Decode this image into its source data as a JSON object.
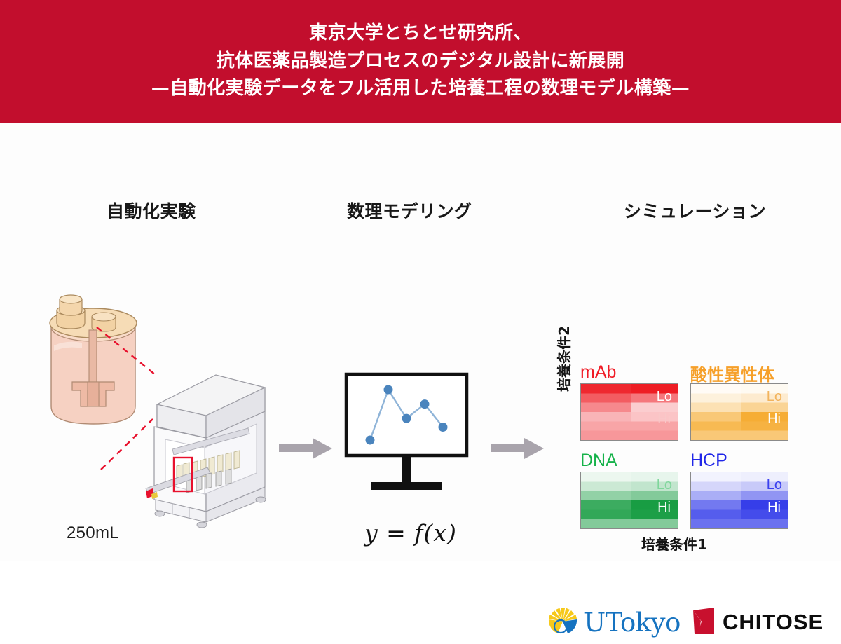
{
  "banner": {
    "background": "#c20e2d",
    "lines": [
      "東京大学とちとせ研究所、",
      "抗体医薬品製造プロセスのデジタル設計に新展開",
      "—自動化実験データをフル活用した培養工程の数理モデル構築—"
    ]
  },
  "panels": {
    "automation": {
      "title": "自動化実験",
      "vessel_volume_label": "250mL"
    },
    "modeling": {
      "title": "数理モデリング",
      "formula": "y = f(x)"
    },
    "simulation": {
      "title": "シミュレーション",
      "axis_y": "培養条件2",
      "axis_x": "培養条件1"
    }
  },
  "chart_data": {
    "type": "line",
    "title": "数理モデリング",
    "xlabel": "",
    "ylabel": "",
    "x": [
      1,
      2,
      3,
      4,
      5
    ],
    "y": [
      18,
      88,
      48,
      68,
      36
    ],
    "point_color": "#4a84bd",
    "line_color": "#8fb4d8",
    "grid": false
  },
  "heatmaps": [
    {
      "id": "mab",
      "label": "mAb",
      "label_color": "#f01c26",
      "tag_lo": "Lo",
      "tag_hi": "Hi",
      "tag_lo_color": "#ffffff",
      "tag_hi_color": "#f8c9c9",
      "base_color": "#ee1d24",
      "type": "heatmap",
      "xlabel": "培養条件1",
      "ylabel": "培養条件2",
      "bands": [
        0.95,
        0.72,
        0.52,
        0.33,
        0.4,
        0.46
      ],
      "right_bands": [
        1.0,
        0.6,
        0.22,
        0.26,
        0.4,
        0.46
      ]
    },
    {
      "id": "acid",
      "label": "酸性異性体",
      "label_color": "#f6a02a",
      "tag_lo": "Lo",
      "tag_hi": "Hi",
      "tag_lo_color": "#f2b45e",
      "tag_hi_color": "#ffffff",
      "base_color": "#f5a623",
      "type": "heatmap",
      "xlabel": "培養条件1",
      "ylabel": "培養条件2",
      "bands": [
        0.04,
        0.16,
        0.34,
        0.62,
        0.78,
        0.62
      ],
      "right_bands": [
        0.06,
        0.22,
        0.48,
        0.92,
        0.86,
        0.62
      ]
    },
    {
      "id": "dna",
      "label": "DNA",
      "label_color": "#16b24a",
      "tag_lo": "Lo",
      "tag_hi": "Hi",
      "tag_lo_color": "#7fd69b",
      "tag_hi_color": "#ffffff",
      "base_color": "#119a3d",
      "type": "heatmap",
      "xlabel": "培養条件1",
      "ylabel": "培養条件2",
      "bands": [
        0.08,
        0.22,
        0.46,
        0.82,
        0.86,
        0.52
      ],
      "right_bands": [
        0.1,
        0.26,
        0.52,
        0.97,
        0.95,
        0.52
      ]
    },
    {
      "id": "hcp",
      "label": "HCP",
      "label_color": "#2127e8",
      "tag_lo": "Lo",
      "tag_hi": "Hi",
      "tag_lo_color": "#3a40ee",
      "tag_hi_color": "#ffffff",
      "base_color": "#2b34e8",
      "type": "heatmap",
      "xlabel": "培養条件1",
      "ylabel": "培養条件2",
      "bands": [
        0.06,
        0.2,
        0.4,
        0.66,
        0.8,
        0.7
      ],
      "right_bands": [
        0.08,
        0.26,
        0.52,
        0.95,
        0.88,
        0.7
      ]
    }
  ],
  "logos": {
    "utokyo": {
      "text": "UTokyo",
      "emblem": "ginkgo-leaf-emblem",
      "color": "#1673c0"
    },
    "chitose": {
      "text": "CHITOSE",
      "emblem": "red-flag-mark",
      "color": "#0d0d0d",
      "mark_color": "#c8102e"
    }
  },
  "arrows": {
    "color": "#a9a4ac",
    "count": 2
  }
}
